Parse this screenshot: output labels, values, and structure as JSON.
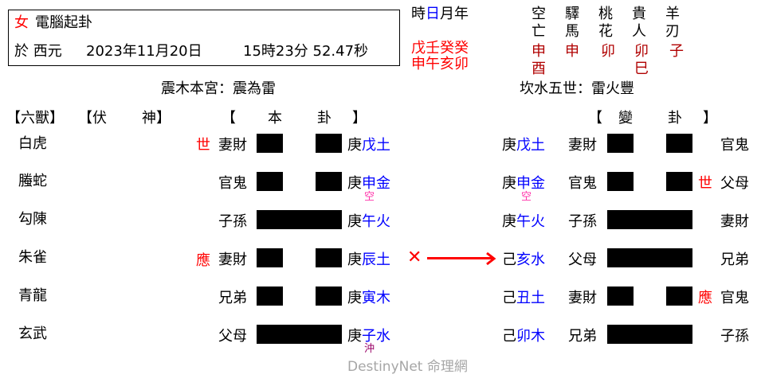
{
  "header": {
    "gender": "女",
    "title": "電腦起卦",
    "date_prefix": "於 西元",
    "date": "2023年11月20日",
    "time": "15時23分 52.47秒"
  },
  "pillars": {
    "labels": [
      "時",
      "日",
      "月年"
    ],
    "stems": "戊壬癸癸",
    "branches": "申午亥卯"
  },
  "shensha": [
    {
      "name_top": "空",
      "name_bottom": "亡",
      "values": [
        "申",
        "酉"
      ]
    },
    {
      "name_top": "驛",
      "name_bottom": "馬",
      "values": [
        "申"
      ]
    },
    {
      "name_top": "桃",
      "name_bottom": "花",
      "values": [
        "卯"
      ]
    },
    {
      "name_top": "貴",
      "name_bottom": "人",
      "values": [
        "卯",
        "巳"
      ]
    },
    {
      "name_top": "羊",
      "name_bottom": "刃",
      "values": [
        "子"
      ]
    }
  ],
  "original_hexagram_title": "震木本宮：震為雷",
  "changed_hexagram_title": "坎水五世：雷火豐",
  "columns": {
    "six_beasts": "【六獸】",
    "hidden_spirit_open": "【伏",
    "hidden_spirit_close": "神】",
    "original_open": "【",
    "original_1": "本",
    "original_2": "卦",
    "original_close": "】",
    "changed_open": "【",
    "changed_1": "變",
    "changed_2": "卦",
    "changed_close": "】"
  },
  "rows": [
    {
      "beast": "白虎",
      "mark": "世",
      "relation": "妻財",
      "line": "yin",
      "stem": "庚",
      "branch": "戊土",
      "note": "",
      "c_stem": "庚",
      "c_branch": "戊土",
      "c_note": "",
      "c_relation": "妻財",
      "c_line": "yin",
      "c_mark": "",
      "c_hidden": "官鬼"
    },
    {
      "beast": "螣蛇",
      "mark": "",
      "relation": "官鬼",
      "line": "yin",
      "stem": "庚",
      "branch": "申金",
      "note": "空",
      "c_stem": "庚",
      "c_branch": "申金",
      "c_note": "空",
      "c_relation": "官鬼",
      "c_line": "yin",
      "c_mark": "世",
      "c_hidden": "父母"
    },
    {
      "beast": "勾陳",
      "mark": "",
      "relation": "子孫",
      "line": "yang",
      "stem": "庚",
      "branch": "午火",
      "note": "",
      "c_stem": "庚",
      "c_branch": "午火",
      "c_note": "",
      "c_relation": "子孫",
      "c_line": "yang",
      "c_mark": "",
      "c_hidden": "妻財"
    },
    {
      "beast": "朱雀",
      "mark": "應",
      "relation": "妻財",
      "line": "yin",
      "stem": "庚",
      "branch": "辰土",
      "note": "",
      "moving": "✕",
      "c_stem": "己",
      "c_branch": "亥水",
      "c_note": "",
      "c_relation": "父母",
      "c_line": "yang",
      "c_mark": "",
      "c_hidden": "兄弟"
    },
    {
      "beast": "青龍",
      "mark": "",
      "relation": "兄弟",
      "line": "yin",
      "stem": "庚",
      "branch": "寅木",
      "note": "",
      "c_stem": "己",
      "c_branch": "丑土",
      "c_note": "",
      "c_relation": "妻財",
      "c_line": "yin",
      "c_mark": "應",
      "c_hidden": "官鬼"
    },
    {
      "beast": "玄武",
      "mark": "",
      "relation": "父母",
      "line": "yang",
      "stem": "庚",
      "branch": "子水",
      "note": "沖",
      "c_stem": "己",
      "c_branch": "卯木",
      "c_note": "",
      "c_relation": "兄弟",
      "c_line": "yang",
      "c_mark": "",
      "c_hidden": "子孫"
    }
  ],
  "footer": {
    "brand": "DestinyNet 命理網"
  },
  "colors": {
    "red": "#ff0000",
    "blue": "#0000ff",
    "dark_red": "#b00000",
    "pink": "#ff33aa",
    "purple": "#990066",
    "grey": "#a6a6a6"
  }
}
